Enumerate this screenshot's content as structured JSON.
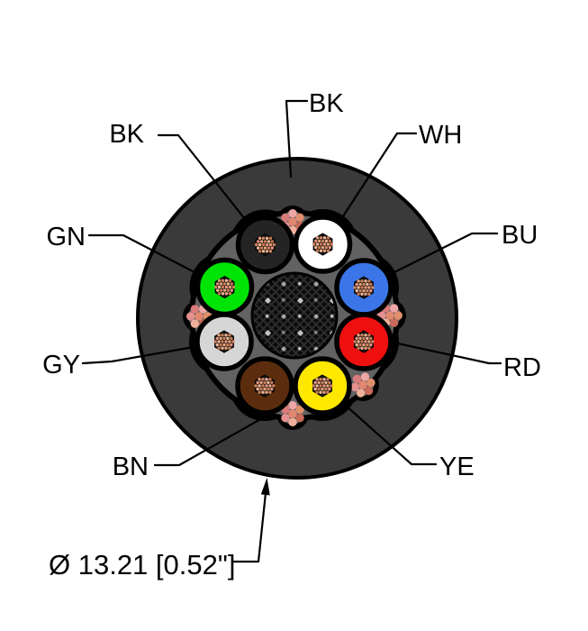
{
  "figure": {
    "type": "cable-cross-section",
    "dimension_label": "Ø 13.21 [0.52\"]",
    "labels": {
      "jacket": "BK",
      "black": "BK",
      "white": "WH",
      "green": "GN",
      "blue": "BU",
      "gray": "GY",
      "red": "RD",
      "brown": "BN",
      "yellow": "YE"
    },
    "colors": {
      "jacket": "#3a3a3a",
      "interstice": "#626262",
      "outline": "#000000",
      "black_wire": "#242424",
      "white_wire": "#ffffff",
      "green_wire": "#00e405",
      "blue_wire": "#3b76e8",
      "gray_wire": "#d6d6d6",
      "red_wire": "#ee0f0f",
      "brown_wire": "#5b2d0e",
      "yellow_wire": "#ffe800"
    }
  }
}
